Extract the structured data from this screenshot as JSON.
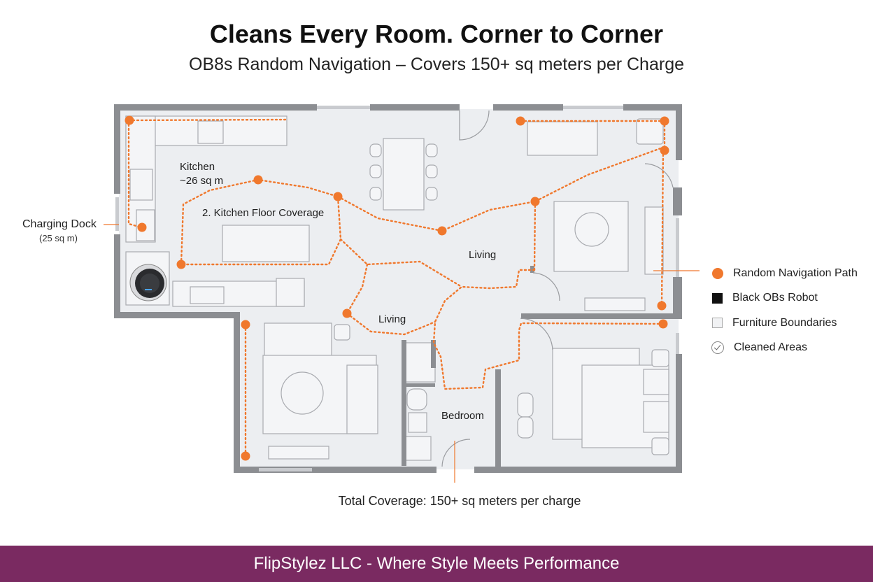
{
  "header": {
    "title": "Cleans Every Room. Corner to Corner",
    "subtitle": "OB8s Random Navigation – Covers 150+ sq meters per Charge"
  },
  "rooms": {
    "kitchen": "Kitchen",
    "kitchen_area": "~26 sq m",
    "kitchen_coverage": "2. Kitchen Floor Coverage",
    "living_1": "Living",
    "living_2": "Living",
    "bedroom": "Bedroom"
  },
  "dock": {
    "label": "Charging Dock",
    "area": "(25 sq m)"
  },
  "legend": {
    "path": "Random Navigation Path",
    "robot": "Black OBs Robot",
    "furniture": "Furniture Boundaries",
    "cleaned": "Cleaned Areas"
  },
  "total": "Total Coverage: 150+ sq meters per charge",
  "footer": "FlipStylez LLC - Where Style Meets Performance",
  "colors": {
    "path": "#f0782d",
    "wall": "#8c8e92",
    "floor": "#eceef1",
    "footer": "#7a2a61",
    "robot": "#222222"
  }
}
